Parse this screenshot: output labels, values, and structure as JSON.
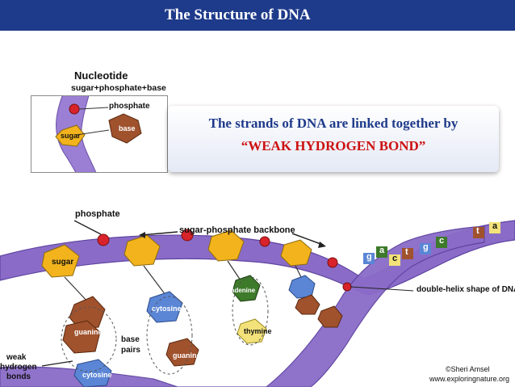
{
  "header": {
    "title": "The Structure of DNA"
  },
  "callout": {
    "line1": "The strands of DNA are linked together by",
    "line2": "“WEAK HYDROGEN BOND”"
  },
  "nucleotide_inset": {
    "title": "Nucleotide",
    "subtitle": "sugar+phosphate+base",
    "labels": {
      "phosphate": "phosphate",
      "sugar": "sugar",
      "base": "base"
    }
  },
  "diagram": {
    "labels": {
      "phosphate": "phosphate",
      "backbone": "sugar-phosphate backbone",
      "sugar": "sugar",
      "guanine": "guanine",
      "cytosine": "cytosine",
      "base_pairs_1": "base",
      "base_pairs_2": "pairs",
      "weak_1": "weak",
      "weak_2": "hydrogen",
      "weak_3": "bonds",
      "cytosine2": "cytosine",
      "guanine2": "guanine",
      "adenine": "adenine",
      "thymine": "thymine",
      "double_helix": "double-helix shape of DNA",
      "credit_1": "©Sheri Amsel",
      "credit_2": "www.exploringnature.org"
    },
    "helix_letters": [
      "g",
      "a",
      "c",
      "t",
      "g",
      "c",
      "t",
      "a"
    ]
  },
  "colors": {
    "title_bar": "#1e3a8a",
    "callout_text": "#1e3a8a",
    "highlight_text": "#cc1111",
    "backbone": "#8a6cc8",
    "sugar": "#f2b31c",
    "phosphate": "#d8232a",
    "guanine": "#a0522d",
    "cytosine": "#5b86d6",
    "adenine": "#3d7a2a",
    "thymine": "#f3e27a"
  }
}
